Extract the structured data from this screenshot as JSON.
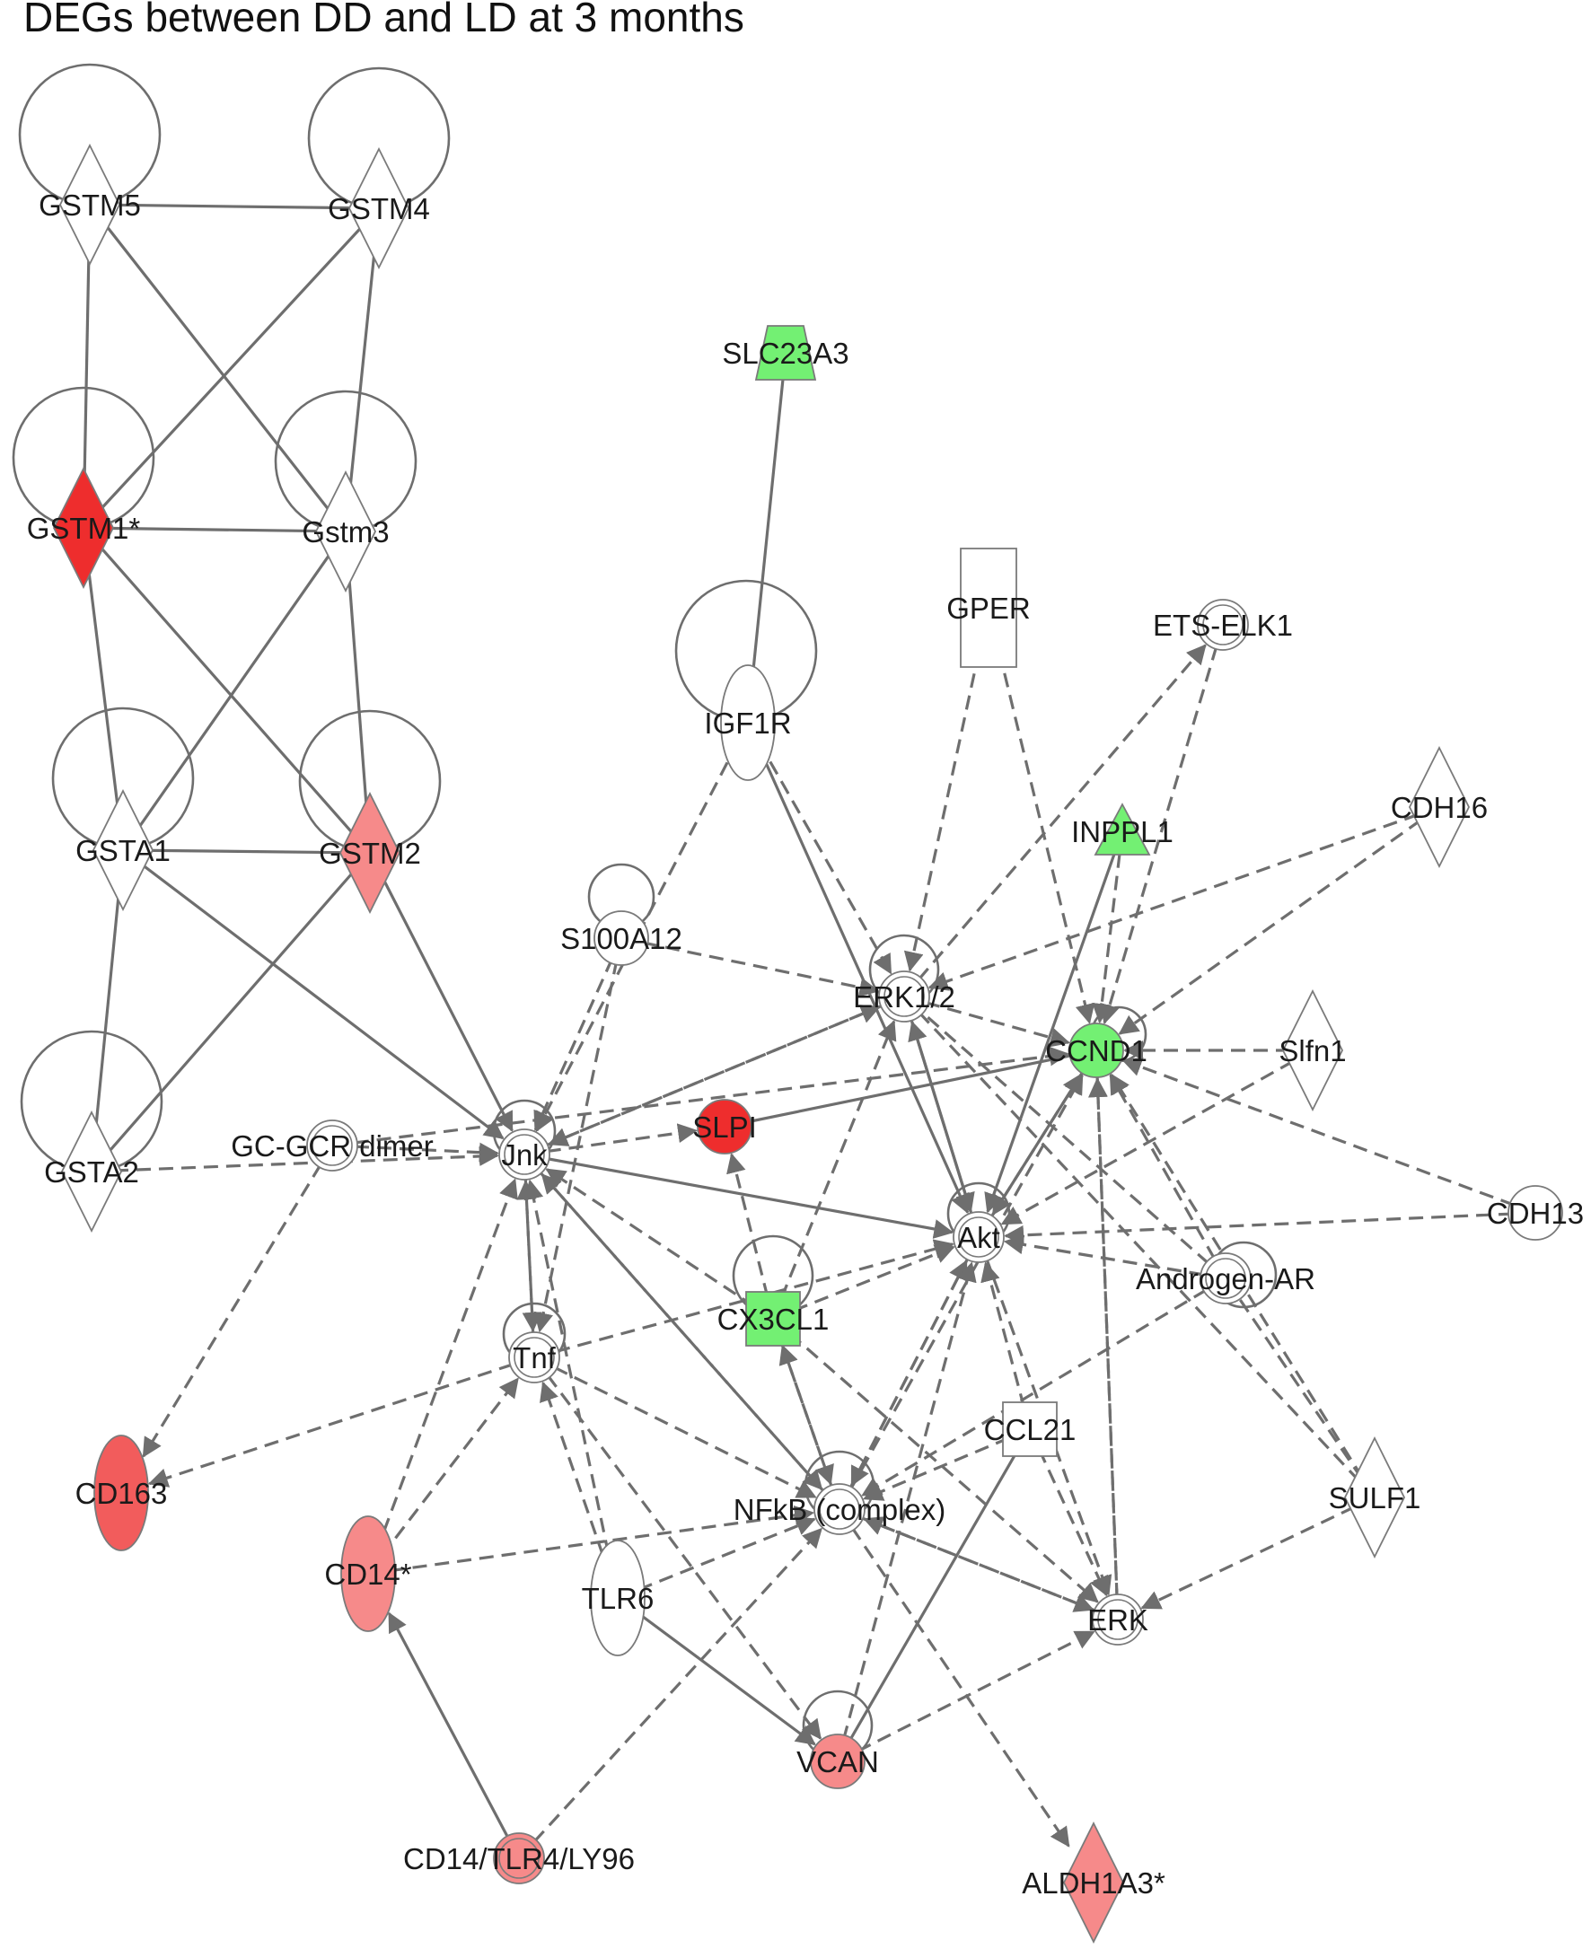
{
  "title": "DEGs between DD and LD at 3 months",
  "colors": {
    "up_strong": "#ee2d2d",
    "up_mid": "#f25c5c",
    "up_light": "#f68a8a",
    "down": "#73f073",
    "none": "#ffffff",
    "edge": "#6e6e6e"
  },
  "nodes": [
    {
      "id": "GSTM5",
      "label": "GSTM5",
      "shape": "diamond",
      "color": "none",
      "selfloop": true
    },
    {
      "id": "GSTM4",
      "label": "GSTM4",
      "shape": "diamond",
      "color": "none",
      "selfloop": true
    },
    {
      "id": "GSTM1",
      "label": "GSTM1*",
      "shape": "diamond",
      "color": "up_strong",
      "selfloop": true
    },
    {
      "id": "Gstm3",
      "label": "Gstm3",
      "shape": "diamond",
      "color": "none",
      "selfloop": true
    },
    {
      "id": "GSTA1",
      "label": "GSTA1",
      "shape": "diamond",
      "color": "none",
      "selfloop": true
    },
    {
      "id": "GSTM2",
      "label": "GSTM2",
      "shape": "diamond",
      "color": "up_light",
      "selfloop": true
    },
    {
      "id": "GSTA2",
      "label": "GSTA2",
      "shape": "diamond",
      "color": "none",
      "selfloop": true
    },
    {
      "id": "SLC23A3",
      "label": "SLC23A3",
      "shape": "trapezoid",
      "color": "down",
      "selfloop": false
    },
    {
      "id": "IGF1R",
      "label": "IGF1R",
      "shape": "ellipse",
      "color": "none",
      "selfloop": true
    },
    {
      "id": "GPER",
      "label": "GPER",
      "shape": "rect",
      "color": "none",
      "selfloop": false
    },
    {
      "id": "ETSELK1",
      "label": "ETS-ELK1",
      "shape": "double",
      "color": "none",
      "selfloop": false
    },
    {
      "id": "CDH16",
      "label": "CDH16",
      "shape": "diamond",
      "color": "none",
      "selfloop": false
    },
    {
      "id": "INPPL1",
      "label": "INPPL1",
      "shape": "triangle",
      "color": "down",
      "selfloop": false
    },
    {
      "id": "S100A12",
      "label": "S100A12",
      "shape": "circle",
      "color": "none",
      "selfloop": true
    },
    {
      "id": "ERK12",
      "label": "ERK1/2",
      "shape": "double",
      "color": "none",
      "selfloop": true
    },
    {
      "id": "CCND1",
      "label": "CCND1",
      "shape": "circle",
      "color": "down",
      "selfloop": true
    },
    {
      "id": "Slfn1",
      "label": "Slfn1",
      "shape": "diamond",
      "color": "none",
      "selfloop": false
    },
    {
      "id": "GCGCR",
      "label": "GC-GCR dimer",
      "shape": "double",
      "color": "none",
      "selfloop": false
    },
    {
      "id": "Jnk",
      "label": "Jnk",
      "shape": "double",
      "color": "none",
      "selfloop": true
    },
    {
      "id": "SLPI",
      "label": "SLPI",
      "shape": "circle",
      "color": "up_strong",
      "selfloop": false
    },
    {
      "id": "Akt",
      "label": "Akt",
      "shape": "double",
      "color": "none",
      "selfloop": true
    },
    {
      "id": "CDH13",
      "label": "CDH13",
      "shape": "circle",
      "color": "none",
      "selfloop": false
    },
    {
      "id": "AndrogenAR",
      "label": "Androgen-AR",
      "shape": "double",
      "color": "none",
      "selfloop": true
    },
    {
      "id": "CX3CL1",
      "label": "CX3CL1",
      "shape": "square",
      "color": "down",
      "selfloop": true
    },
    {
      "id": "Tnf",
      "label": "Tnf",
      "shape": "double",
      "color": "none",
      "selfloop": true
    },
    {
      "id": "CCL21",
      "label": "CCL21",
      "shape": "square",
      "color": "none",
      "selfloop": false
    },
    {
      "id": "CD163",
      "label": "CD163",
      "shape": "ellipse",
      "color": "up_mid",
      "selfloop": false
    },
    {
      "id": "NFkB",
      "label": "NFkB (complex)",
      "shape": "double",
      "color": "none",
      "selfloop": true
    },
    {
      "id": "SULF1",
      "label": "SULF1",
      "shape": "diamond",
      "color": "none",
      "selfloop": false
    },
    {
      "id": "CD14",
      "label": "CD14*",
      "shape": "ellipse",
      "color": "up_light",
      "selfloop": false
    },
    {
      "id": "TLR6",
      "label": "TLR6",
      "shape": "ellipse",
      "color": "none",
      "selfloop": false
    },
    {
      "id": "ERK",
      "label": "ERK",
      "shape": "double",
      "color": "none",
      "selfloop": false
    },
    {
      "id": "VCAN",
      "label": "VCAN",
      "shape": "circle",
      "color": "up_light",
      "selfloop": true
    },
    {
      "id": "CD14TLR4",
      "label": "CD14/TLR4/LY96",
      "shape": "double",
      "color": "up_light",
      "selfloop": false
    },
    {
      "id": "ALDH1A3",
      "label": "ALDH1A3*",
      "shape": "diamond",
      "color": "up_light",
      "selfloop": false
    }
  ],
  "edges": [
    {
      "from": "GSTM5",
      "to": "GSTM4",
      "dashed": false,
      "arrow": false
    },
    {
      "from": "GSTM5",
      "to": "GSTM1",
      "dashed": false,
      "arrow": false
    },
    {
      "from": "GSTM5",
      "to": "Gstm3",
      "dashed": false,
      "arrow": false
    },
    {
      "from": "GSTM4",
      "to": "GSTM1",
      "dashed": false,
      "arrow": false
    },
    {
      "from": "GSTM4",
      "to": "Gstm3",
      "dashed": false,
      "arrow": false
    },
    {
      "from": "GSTM1",
      "to": "Gstm3",
      "dashed": false,
      "arrow": false
    },
    {
      "from": "GSTM1",
      "to": "GSTA1",
      "dashed": false,
      "arrow": false
    },
    {
      "from": "GSTM1",
      "to": "GSTM2",
      "dashed": false,
      "arrow": false
    },
    {
      "from": "Gstm3",
      "to": "GSTA1",
      "dashed": false,
      "arrow": false
    },
    {
      "from": "Gstm3",
      "to": "GSTM2",
      "dashed": false,
      "arrow": false
    },
    {
      "from": "GSTA1",
      "to": "GSTM2",
      "dashed": false,
      "arrow": false
    },
    {
      "from": "GSTA1",
      "to": "GSTA2",
      "dashed": false,
      "arrow": false
    },
    {
      "from": "GSTM2",
      "to": "GSTA2",
      "dashed": false,
      "arrow": false
    },
    {
      "from": "GSTA1",
      "to": "Jnk",
      "dashed": false,
      "arrow": true
    },
    {
      "from": "GSTM2",
      "to": "Jnk",
      "dashed": false,
      "arrow": true
    },
    {
      "from": "GSTA2",
      "to": "Jnk",
      "dashed": true,
      "arrow": true
    },
    {
      "from": "SLC23A3",
      "to": "IGF1R",
      "dashed": false,
      "arrow": false
    },
    {
      "from": "IGF1R",
      "to": "Jnk",
      "dashed": true,
      "arrow": true
    },
    {
      "from": "IGF1R",
      "to": "ERK12",
      "dashed": true,
      "arrow": true
    },
    {
      "from": "IGF1R",
      "to": "Akt",
      "dashed": false,
      "arrow": true
    },
    {
      "from": "GPER",
      "to": "ERK12",
      "dashed": true,
      "arrow": true
    },
    {
      "from": "GPER",
      "to": "CCND1",
      "dashed": true,
      "arrow": true
    },
    {
      "from": "ETSELK1",
      "to": "CCND1",
      "dashed": true,
      "arrow": true
    },
    {
      "from": "ERK12",
      "to": "ETSELK1",
      "dashed": true,
      "arrow": true
    },
    {
      "from": "CDH16",
      "to": "ERK12",
      "dashed": true,
      "arrow": true
    },
    {
      "from": "CDH16",
      "to": "CCND1",
      "dashed": true,
      "arrow": true
    },
    {
      "from": "INPPL1",
      "to": "Akt",
      "dashed": false,
      "arrow": true
    },
    {
      "from": "INPPL1",
      "to": "CCND1",
      "dashed": true,
      "arrow": true
    },
    {
      "from": "S100A12",
      "to": "ERK12",
      "dashed": true,
      "arrow": true
    },
    {
      "from": "S100A12",
      "to": "Jnk",
      "dashed": true,
      "arrow": true
    },
    {
      "from": "S100A12",
      "to": "Tnf",
      "dashed": true,
      "arrow": true
    },
    {
      "from": "Slfn1",
      "to": "CCND1",
      "dashed": true,
      "arrow": true
    },
    {
      "from": "Slfn1",
      "to": "Akt",
      "dashed": true,
      "arrow": true
    },
    {
      "from": "ERK12",
      "to": "CCND1",
      "dashed": true,
      "arrow": true
    },
    {
      "from": "ERK12",
      "to": "Jnk",
      "dashed": true,
      "arrow": true
    },
    {
      "from": "Jnk",
      "to": "ERK12",
      "dashed": true,
      "arrow": true
    },
    {
      "from": "GCGCR",
      "to": "Jnk",
      "dashed": true,
      "arrow": true
    },
    {
      "from": "GCGCR",
      "to": "CD163",
      "dashed": true,
      "arrow": true
    },
    {
      "from": "GCGCR",
      "to": "CCND1",
      "dashed": true,
      "arrow": true
    },
    {
      "from": "Jnk",
      "to": "SLPI",
      "dashed": true,
      "arrow": true
    },
    {
      "from": "SLPI",
      "to": "CCND1",
      "dashed": false,
      "arrow": false
    },
    {
      "from": "Jnk",
      "to": "Akt",
      "dashed": false,
      "arrow": true
    },
    {
      "from": "Jnk",
      "to": "Tnf",
      "dashed": true,
      "arrow": true
    },
    {
      "from": "Tnf",
      "to": "Jnk",
      "dashed": true,
      "arrow": true
    },
    {
      "from": "CX3CL1",
      "to": "SLPI",
      "dashed": true,
      "arrow": true
    },
    {
      "from": "CX3CL1",
      "to": "Akt",
      "dashed": true,
      "arrow": true
    },
    {
      "from": "CX3CL1",
      "to": "ERK12",
      "dashed": true,
      "arrow": true
    },
    {
      "from": "CX3CL1",
      "to": "NFkB",
      "dashed": true,
      "arrow": true
    },
    {
      "from": "NFkB",
      "to": "CX3CL1",
      "dashed": true,
      "arrow": true
    },
    {
      "from": "CX3CL1",
      "to": "Jnk",
      "dashed": true,
      "arrow": true
    },
    {
      "from": "CX3CL1",
      "to": "ERK",
      "dashed": true,
      "arrow": true
    },
    {
      "from": "Akt",
      "to": "CCND1",
      "dashed": true,
      "arrow": true
    },
    {
      "from": "CCND1",
      "to": "Akt",
      "dashed": false,
      "arrow": true
    },
    {
      "from": "Akt",
      "to": "ERK12",
      "dashed": false,
      "arrow": true
    },
    {
      "from": "ERK12",
      "to": "Akt",
      "dashed": false,
      "arrow": true
    },
    {
      "from": "CDH13",
      "to": "Akt",
      "dashed": true,
      "arrow": true
    },
    {
      "from": "CDH13",
      "to": "CCND1",
      "dashed": true,
      "arrow": true
    },
    {
      "from": "AndrogenAR",
      "to": "CCND1",
      "dashed": true,
      "arrow": true
    },
    {
      "from": "AndrogenAR",
      "to": "ERK12",
      "dashed": true,
      "arrow": false
    },
    {
      "from": "AndrogenAR",
      "to": "Akt",
      "dashed": true,
      "arrow": true
    },
    {
      "from": "AndrogenAR",
      "to": "NFkB",
      "dashed": true,
      "arrow": true
    },
    {
      "from": "Akt",
      "to": "NFkB",
      "dashed": true,
      "arrow": true
    },
    {
      "from": "NFkB",
      "to": "Akt",
      "dashed": true,
      "arrow": true
    },
    {
      "from": "Tnf",
      "to": "Akt",
      "dashed": true,
      "arrow": true
    },
    {
      "from": "Tnf",
      "to": "NFkB",
      "dashed": true,
      "arrow": true
    },
    {
      "from": "Tnf",
      "to": "CD163",
      "dashed": true,
      "arrow": true
    },
    {
      "from": "Tnf",
      "to": "VCAN",
      "dashed": true,
      "arrow": true
    },
    {
      "from": "Jnk",
      "to": "NFkB",
      "dashed": true,
      "arrow": true
    },
    {
      "from": "NFkB",
      "to": "Jnk",
      "dashed": true,
      "arrow": true
    },
    {
      "from": "CCL21",
      "to": "Akt",
      "dashed": true,
      "arrow": true
    },
    {
      "from": "CCL21",
      "to": "NFkB",
      "dashed": true,
      "arrow": true
    },
    {
      "from": "CCL21",
      "to": "ERK",
      "dashed": true,
      "arrow": true
    },
    {
      "from": "CCL21",
      "to": "VCAN",
      "dashed": false,
      "arrow": false
    },
    {
      "from": "Akt",
      "to": "ERK",
      "dashed": true,
      "arrow": true
    },
    {
      "from": "NFkB",
      "to": "ERK",
      "dashed": true,
      "arrow": true
    },
    {
      "from": "ERK",
      "to": "NFkB",
      "dashed": true,
      "arrow": true
    },
    {
      "from": "CCND1",
      "to": "ERK",
      "dashed": true,
      "arrow": false
    },
    {
      "from": "ERK",
      "to": "CCND1",
      "dashed": true,
      "arrow": true
    },
    {
      "from": "SULF1",
      "to": "ERK",
      "dashed": true,
      "arrow": true
    },
    {
      "from": "SULF1",
      "to": "AndrogenAR",
      "dashed": true,
      "arrow": false
    },
    {
      "from": "SULF1",
      "to": "CCND1",
      "dashed": true,
      "arrow": true
    },
    {
      "from": "SULF1",
      "to": "ERK12",
      "dashed": true,
      "arrow": false
    },
    {
      "from": "CD14",
      "to": "Jnk",
      "dashed": true,
      "arrow": true
    },
    {
      "from": "CD14",
      "to": "Tnf",
      "dashed": true,
      "arrow": true
    },
    {
      "from": "CD14",
      "to": "NFkB",
      "dashed": true,
      "arrow": true
    },
    {
      "from": "TLR6",
      "to": "Tnf",
      "dashed": true,
      "arrow": true
    },
    {
      "from": "TLR6",
      "to": "NFkB",
      "dashed": true,
      "arrow": true
    },
    {
      "from": "TLR6",
      "to": "Jnk",
      "dashed": true,
      "arrow": true
    },
    {
      "from": "TLR6",
      "to": "VCAN",
      "dashed": false,
      "arrow": true
    },
    {
      "from": "VCAN",
      "to": "ERK",
      "dashed": true,
      "arrow": true
    },
    {
      "from": "VCAN",
      "to": "Akt",
      "dashed": true,
      "arrow": true
    },
    {
      "from": "CD14TLR4",
      "to": "CD14",
      "dashed": false,
      "arrow": true
    },
    {
      "from": "CD14TLR4",
      "to": "NFkB",
      "dashed": true,
      "arrow": true
    },
    {
      "from": "NFkB",
      "to": "ALDH1A3",
      "dashed": true,
      "arrow": true
    },
    {
      "from": "NFkB",
      "to": "CCND1",
      "dashed": true,
      "arrow": true
    }
  ]
}
